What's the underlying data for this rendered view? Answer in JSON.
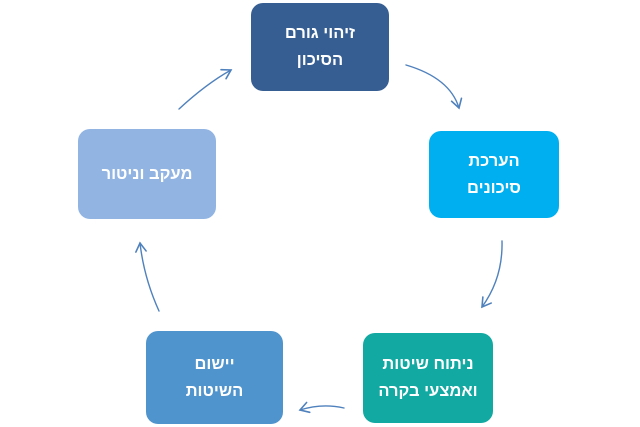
{
  "diagram": {
    "type": "cycle",
    "direction": "clockwise",
    "nodes": [
      {
        "id": "identify-risk-factor",
        "label": "זיהוי גורם הסיכון",
        "lines": [
          "זיהוי גורם",
          "הסיכון"
        ],
        "color": "#365E92"
      },
      {
        "id": "risk-assessment",
        "label": "הערכת סיכונים",
        "lines": [
          "הערכת",
          "סיכונים"
        ],
        "color": "#00AFEF"
      },
      {
        "id": "analysis-of-methods-and-controls",
        "label": "ניתוח שיטות ואמצעי בקרה",
        "lines": [
          "ניתוח שיטות",
          "ואמצעי בקרה"
        ],
        "color": "#11A9A1"
      },
      {
        "id": "implementation-of-methods",
        "label": "יישום השיטות",
        "lines": [
          "יישום",
          "השיטות"
        ],
        "color": "#5094CD"
      },
      {
        "id": "tracking-and-monitoring",
        "label": "מעקב וניטור",
        "lines": [
          "מעקב וניטור"
        ],
        "color": "#91B4E3"
      }
    ]
  },
  "colors": {
    "background": "#FFFFFF",
    "arrow": "#4F81BD",
    "node_text": "#FFFFFF"
  }
}
